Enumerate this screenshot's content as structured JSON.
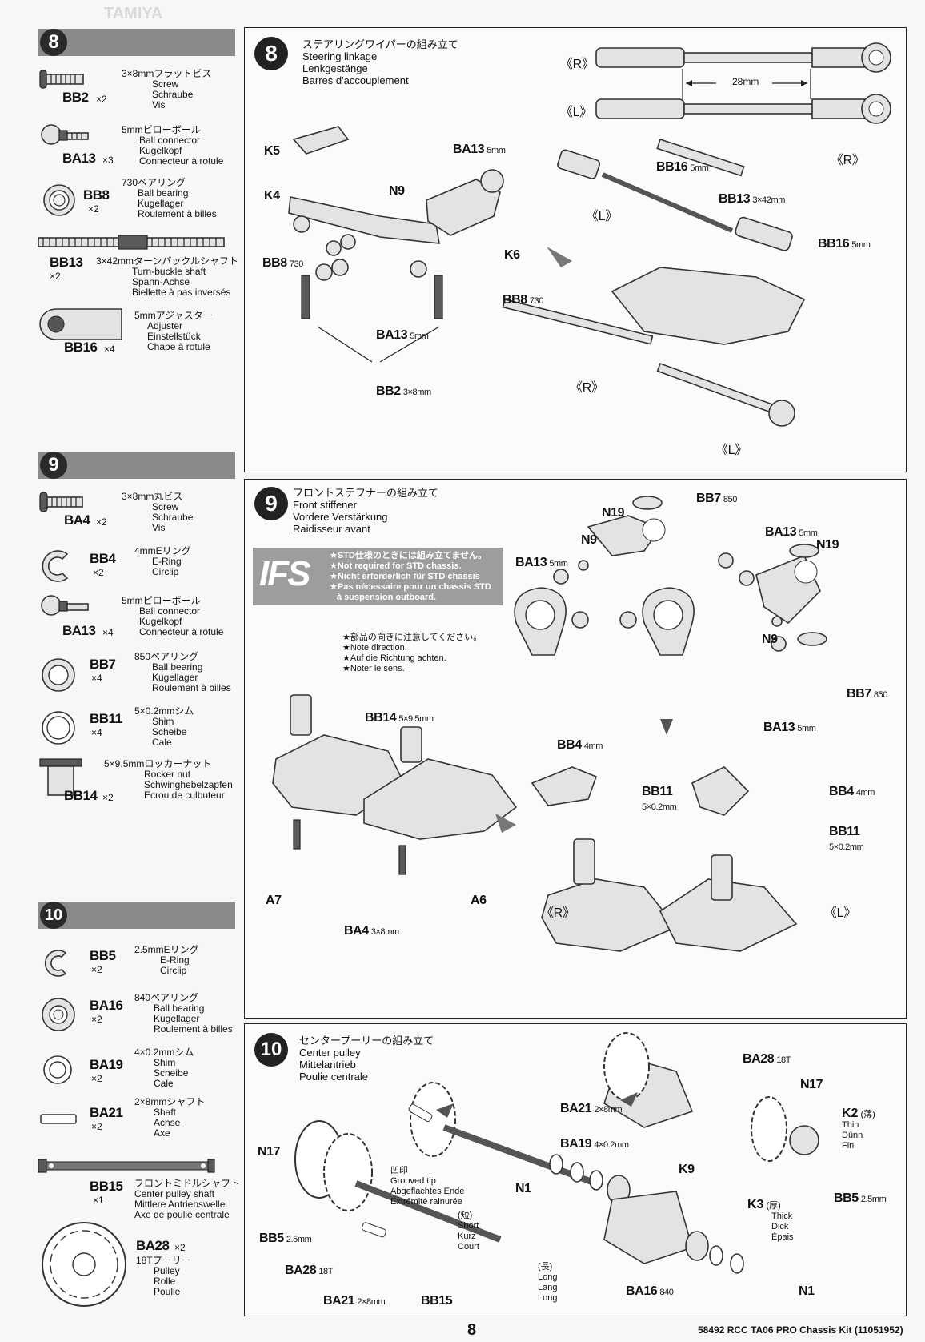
{
  "header": {
    "watermark": "TAMIYA"
  },
  "left": {
    "step8": {
      "num": "8",
      "parts": [
        {
          "code": "BB2",
          "qty": "×2",
          "lines": [
            "3×8mmフラットビス",
            "Screw",
            "Schraube",
            "Vis"
          ]
        },
        {
          "code": "BA13",
          "qty": "×3",
          "lines": [
            "5mmピローボール",
            "Ball connector",
            "Kugelkopf",
            "Connecteur à rotule"
          ]
        },
        {
          "code": "BB8",
          "qty": "×2",
          "lines": [
            "730ベアリング",
            "Ball bearing",
            "Kugellager",
            "Roulement à billes"
          ]
        },
        {
          "code": "BB13",
          "qty": "×2",
          "lines": [
            "3×42mmターンバックルシャフト",
            "Turn-buckle shaft",
            "Spann-Achse",
            "Biellette à pas inversés"
          ]
        },
        {
          "code": "BB16",
          "qty": "×4",
          "lines": [
            "5mmアジャスター",
            "Adjuster",
            "Einstellstück",
            "Chape à rotule"
          ]
        }
      ]
    },
    "step9": {
      "num": "9",
      "parts": [
        {
          "code": "BA4",
          "qty": "×2",
          "lines": [
            "3×8mm丸ビス",
            "Screw",
            "Schraube",
            "Vis"
          ]
        },
        {
          "code": "BB4",
          "qty": "×2",
          "lines": [
            "4mmEリング",
            "E-Ring",
            "Circlip"
          ]
        },
        {
          "code": "BA13",
          "qty": "×4",
          "lines": [
            "5mmピローボール",
            "Ball connector",
            "Kugelkopf",
            "Connecteur à rotule"
          ]
        },
        {
          "code": "BB7",
          "qty": "×4",
          "lines": [
            "850ベアリング",
            "Ball bearing",
            "Kugellager",
            "Roulement à billes"
          ]
        },
        {
          "code": "BB11",
          "qty": "×4",
          "lines": [
            "5×0.2mmシム",
            "Shim",
            "Scheibe",
            "Cale"
          ]
        },
        {
          "code": "BB14",
          "qty": "×2",
          "lines": [
            "5×9.5mmロッカーナット",
            "Rocker nut",
            "Schwinghebelzapfen",
            "Ecrou de culbuteur"
          ]
        }
      ]
    },
    "step10": {
      "num": "10",
      "parts": [
        {
          "code": "BB5",
          "qty": "×2",
          "lines": [
            "2.5mmEリング",
            "E-Ring",
            "Circlip"
          ]
        },
        {
          "code": "BA16",
          "qty": "×2",
          "lines": [
            "840ベアリング",
            "Ball bearing",
            "Kugellager",
            "Roulement à billes"
          ]
        },
        {
          "code": "BA19",
          "qty": "×2",
          "lines": [
            "4×0.2mmシム",
            "Shim",
            "Scheibe",
            "Cale"
          ]
        },
        {
          "code": "BA21",
          "qty": "×2",
          "lines": [
            "2×8mmシャフト",
            "Shaft",
            "Achse",
            "Axe"
          ]
        },
        {
          "code": "BB15",
          "qty": "×1",
          "lines": [
            "フロントミドルシャフト",
            "Center pulley shaft",
            "Mittlere Antriebswelle",
            "Axe de poulie centrale"
          ]
        },
        {
          "code": "BA28",
          "qty": "×2",
          "lines": [
            "18Tプーリー",
            "Pulley",
            "Rolle",
            "Poulie"
          ]
        }
      ]
    }
  },
  "panel8": {
    "num": "8",
    "title": [
      "ステアリングワイパーの組み立て",
      "Steering linkage",
      "Lenkgestänge",
      "Barres d'accouplement"
    ],
    "labels": {
      "r_top": "《R》",
      "l_top": "《L》",
      "dim": "28mm",
      "k5": "K5",
      "k4": "K4",
      "k6": "K6",
      "n9": "N9",
      "ba13_top": "BA13",
      "ba13_top_size": "5mm",
      "bb8_left": "BB8",
      "bb8_left_size": "730",
      "bb8_right": "BB8",
      "bb8_right_size": "730",
      "ba13_bottom": "BA13",
      "ba13_bottom_size": "5mm",
      "bb2": "BB2",
      "bb2_size": "3×8mm",
      "bb16_a": "BB16",
      "bb16_a_size": "5mm",
      "bb13": "BB13",
      "bb13_size": "3×42mm",
      "bb16_b": "BB16",
      "bb16_b_size": "5mm",
      "r_mid": "《R》",
      "l_mid": "《L》",
      "r_low": "《R》",
      "l_low": "《L》"
    }
  },
  "panel9": {
    "num": "9",
    "title": [
      "フロントステフナーの組み立て",
      "Front stiffener",
      "Vordere Verstärkung",
      "Raidisseur avant"
    ],
    "ifs": {
      "logo": "IFS",
      "lines": [
        "★STD仕様のときには組み立てません。",
        "★Not required for STD chassis.",
        "★Nicht erforderlich für STD chassis",
        "★Pas nécessaire pour un chassis STD",
        "à suspension outboard."
      ]
    },
    "direction_note": [
      "★部品の向きに注意してください。",
      "★Note direction.",
      "★Auf die Richtung achten.",
      "★Noter le sens."
    ],
    "labels": {
      "bb7_top": "BB7",
      "bb7_top_size": "850",
      "n19_a": "N19",
      "n9_a": "N9",
      "ba13_a": "BA13",
      "ba13_a_size": "5mm",
      "ba13_b": "BA13",
      "ba13_b_size": "5mm",
      "n19_b": "N19",
      "n9_b": "N9",
      "bb7_b": "BB7",
      "bb7_b_size": "850",
      "ba13_c": "BA13",
      "ba13_c_size": "5mm",
      "bb14": "BB14",
      "bb14_size": "5×9.5mm",
      "bb4_a": "BB4",
      "bb4_a_size": "4mm",
      "bb11_a": "BB11",
      "bb11_a_size": "5×0.2mm",
      "bb4_b": "BB4",
      "bb4_b_size": "4mm",
      "bb11_b": "BB11",
      "bb11_b_size": "5×0.2mm",
      "a7": "A7",
      "a6": "A6",
      "ba4": "BA4",
      "ba4_size": "3×8mm",
      "r": "《R》",
      "l": "《L》"
    }
  },
  "panel10": {
    "num": "10",
    "title": [
      "センタープーリーの組み立て",
      "Center pulley",
      "Mittelantrieb",
      "Poulie centrale"
    ],
    "groove_note": [
      "凹印",
      "Grooved tip",
      "Abgeflachtes Ende",
      "Extrémité rainurée"
    ],
    "short_note": [
      "(短)",
      "Short",
      "Kurz",
      "Court"
    ],
    "long_note": [
      "(長)",
      "Long",
      "Lang",
      "Long"
    ],
    "k2_note": [
      "K2",
      "(薄)",
      "Thin",
      "Dünn",
      "Fin"
    ],
    "k3_note": [
      "K3",
      "(厚)",
      "Thick",
      "Dick",
      "Épais"
    ],
    "labels": {
      "ba28_a": "BA28",
      "ba28_a_size": "18T",
      "n17_a": "N17",
      "ba21_a": "BA21",
      "ba21_a_size": "2×8mm",
      "ba19": "BA19",
      "ba19_size": "4×0.2mm",
      "n1_a": "N1",
      "k9": "K9",
      "bb5_a": "BB5",
      "bb5_a_size": "2.5mm",
      "n17_b": "N17",
      "bb5_b": "BB5",
      "bb5_b_size": "2.5mm",
      "ba28_b": "BA28",
      "ba28_b_size": "18T",
      "ba21_b": "BA21",
      "ba21_b_size": "2×8mm",
      "bb15": "BB15",
      "ba16": "BA16",
      "ba16_size": "840",
      "n1_b": "N1"
    }
  },
  "footer": {
    "page": "8",
    "info": "58492  RCC TA06 PRO Chassis Kit (11051952)"
  }
}
